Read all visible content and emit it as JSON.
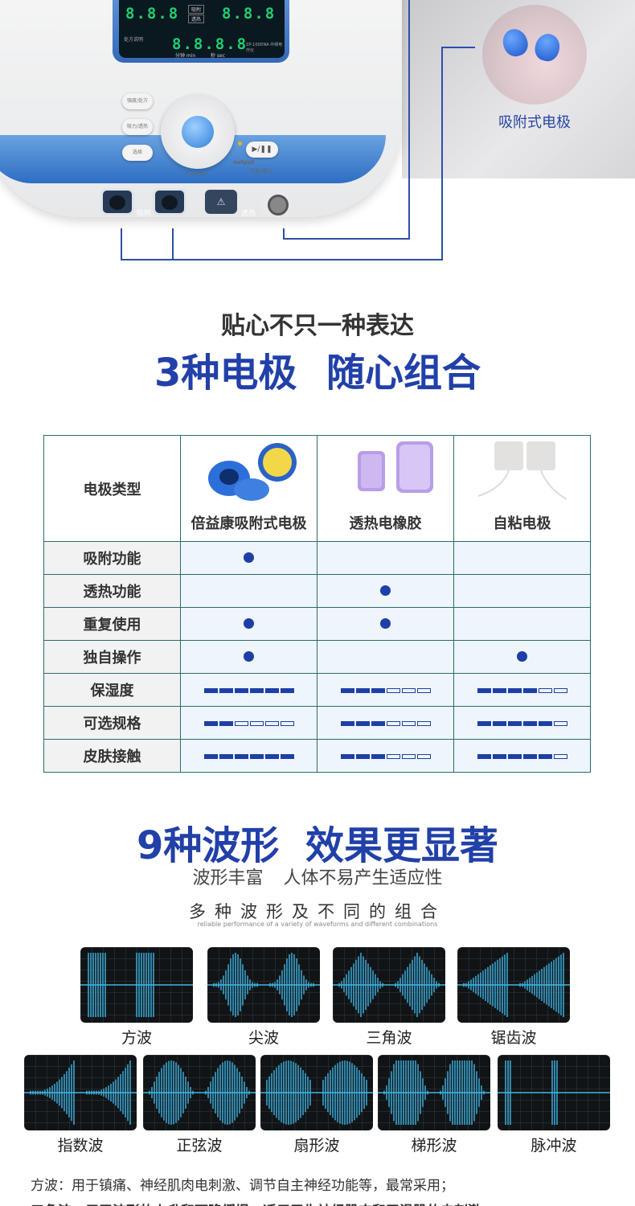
{
  "device": {
    "display_top_left": "8.8.8",
    "display_top_right": "8.8.8",
    "display_bottom": "8.8.8.8",
    "screen_btn_1": "吸附",
    "screen_btn_2": "透热",
    "screen_left_text": "处方说明",
    "screen_right_text": "ZP-100DNA 中频电疗仪",
    "unit_min": "分钟 min",
    "unit_sec": "秒 sec",
    "knob_label": "iControl",
    "output_label": "output",
    "start_stop_label": "开始/停止",
    "btn_1": "强度/处方",
    "btn_2": "吸力/透热",
    "btn_3": "选择",
    "port_label_1": "吸附",
    "port_label_2": "透热",
    "warn_symbol": "⚠"
  },
  "inset": {
    "caption": "吸附式电极"
  },
  "heading": {
    "sub": "贴心不只一种表达",
    "main": "3种电极   随心组合"
  },
  "table": {
    "corner": "电极类型",
    "columns": [
      "倍益康吸附式电极",
      "透热电橡胶",
      "自粘电极"
    ],
    "rows": [
      {
        "label": "吸附功能",
        "kind": "dot",
        "values": [
          true,
          false,
          false
        ]
      },
      {
        "label": "透热功能",
        "kind": "dot",
        "values": [
          false,
          true,
          false
        ]
      },
      {
        "label": "重复使用",
        "kind": "dot",
        "values": [
          true,
          true,
          false
        ]
      },
      {
        "label": "独自操作",
        "kind": "dot",
        "values": [
          true,
          false,
          true
        ]
      },
      {
        "label": "保湿度",
        "kind": "bars",
        "values": [
          6,
          3,
          4
        ]
      },
      {
        "label": "可选规格",
        "kind": "bars",
        "values": [
          2,
          3,
          5
        ]
      },
      {
        "label": "皮肤接触",
        "kind": "bars",
        "values": [
          6,
          3,
          5
        ]
      }
    ],
    "bar_total": 6
  },
  "waves": {
    "title": "9种波形  效果更显著",
    "subtitle": "波形丰富    人体不易产生适应性",
    "tagline": "多种波形及不同的组合",
    "tagline_en": "reliable performance of a variety of waveforms and different combinations",
    "items": [
      {
        "label": "方波",
        "shape": "square"
      },
      {
        "label": "尖波",
        "shape": "spike"
      },
      {
        "label": "三角波",
        "shape": "triangle"
      },
      {
        "label": "锯齿波",
        "shape": "sawtooth"
      },
      {
        "label": "指数波",
        "shape": "exponential"
      },
      {
        "label": "正弦波",
        "shape": "sine"
      },
      {
        "label": "扇形波",
        "shape": "fan"
      },
      {
        "label": "梯形波",
        "shape": "trapezoid"
      },
      {
        "label": "脉冲波",
        "shape": "pulse"
      }
    ]
  },
  "descriptions": [
    "方波：用于镇痛、神经肌肉电刺激、调节自主神经功能等，最常采用；",
    "三角波：用于波形的上升和下降缓慢，适用于失神经肌肉和平滑肌的电刺激"
  ],
  "colors": {
    "brand_blue": "#2140a8",
    "wave_cyan": "#3fb6e6",
    "table_border": "#2c6b6e"
  }
}
